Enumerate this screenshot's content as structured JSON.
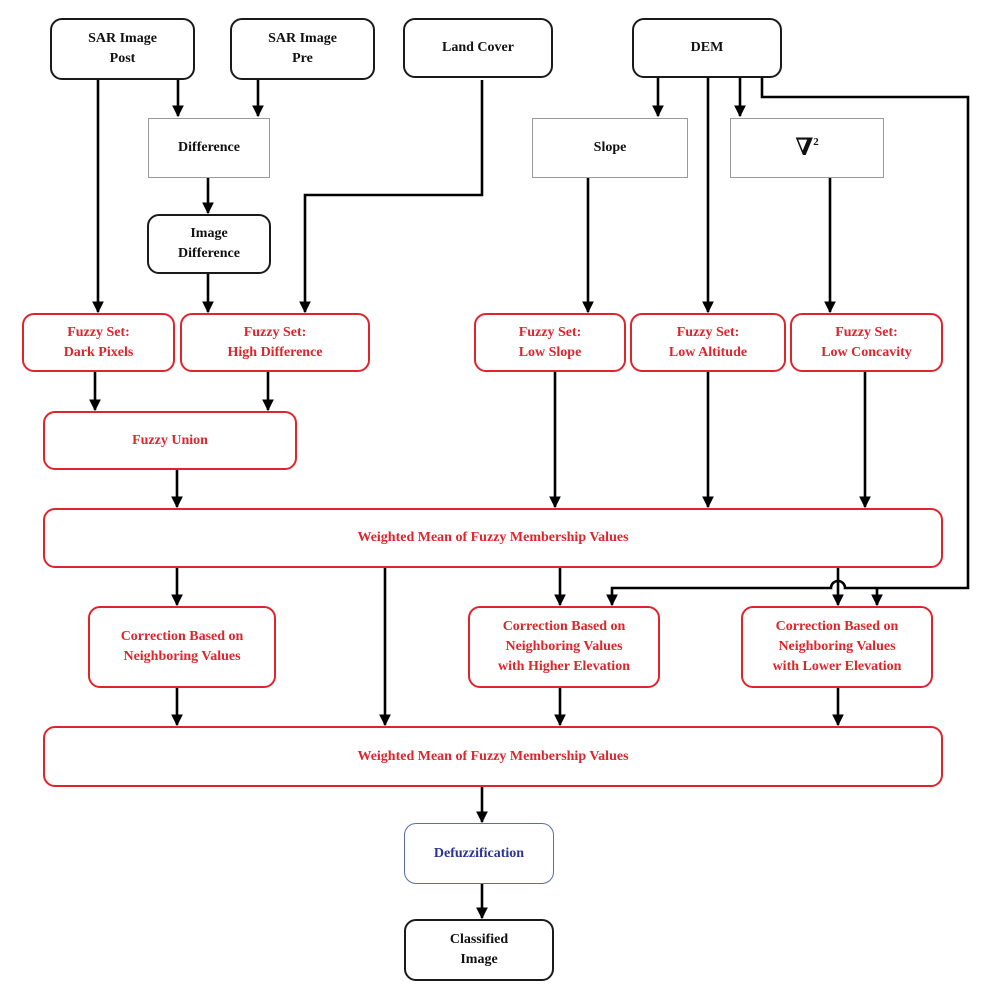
{
  "colors": {
    "input_border": "#1a1a1a",
    "process_border": "#9a9a9a",
    "fuzzy_red": "#e0242c",
    "defuzz_blue": "#2c3590",
    "arrow": "#000000"
  },
  "nodes": {
    "sar_post": "SAR Image\nPost",
    "sar_pre": "SAR Image\nPre",
    "land_cover": "Land Cover",
    "dem": "DEM",
    "difference": "Difference",
    "slope": "Slope",
    "laplacian_symbol": "∇",
    "laplacian_power": "2",
    "image_difference": "Image\nDifference",
    "fs_dark_pixels": "Fuzzy Set:\nDark Pixels",
    "fs_high_difference": "Fuzzy Set:\nHigh Difference",
    "fs_low_slope": "Fuzzy Set:\nLow Slope",
    "fs_low_altitude": "Fuzzy Set:\nLow Altitude",
    "fs_low_concavity": "Fuzzy Set:\nLow Concavity",
    "fuzzy_union": "Fuzzy Union",
    "weighted_mean_1": "Weighted Mean of Fuzzy Membership Values",
    "correction_neighboring": "Correction Based on\nNeighboring Values",
    "correction_higher": "Correction Based on\nNeighboring Values\nwith Higher Elevation",
    "correction_lower": "Correction Based on\nNeighboring Values\nwith Lower Elevation",
    "weighted_mean_2": "Weighted Mean of Fuzzy Membership Values",
    "defuzzification": "Defuzzification",
    "classified_image": "Classified\nImage"
  }
}
